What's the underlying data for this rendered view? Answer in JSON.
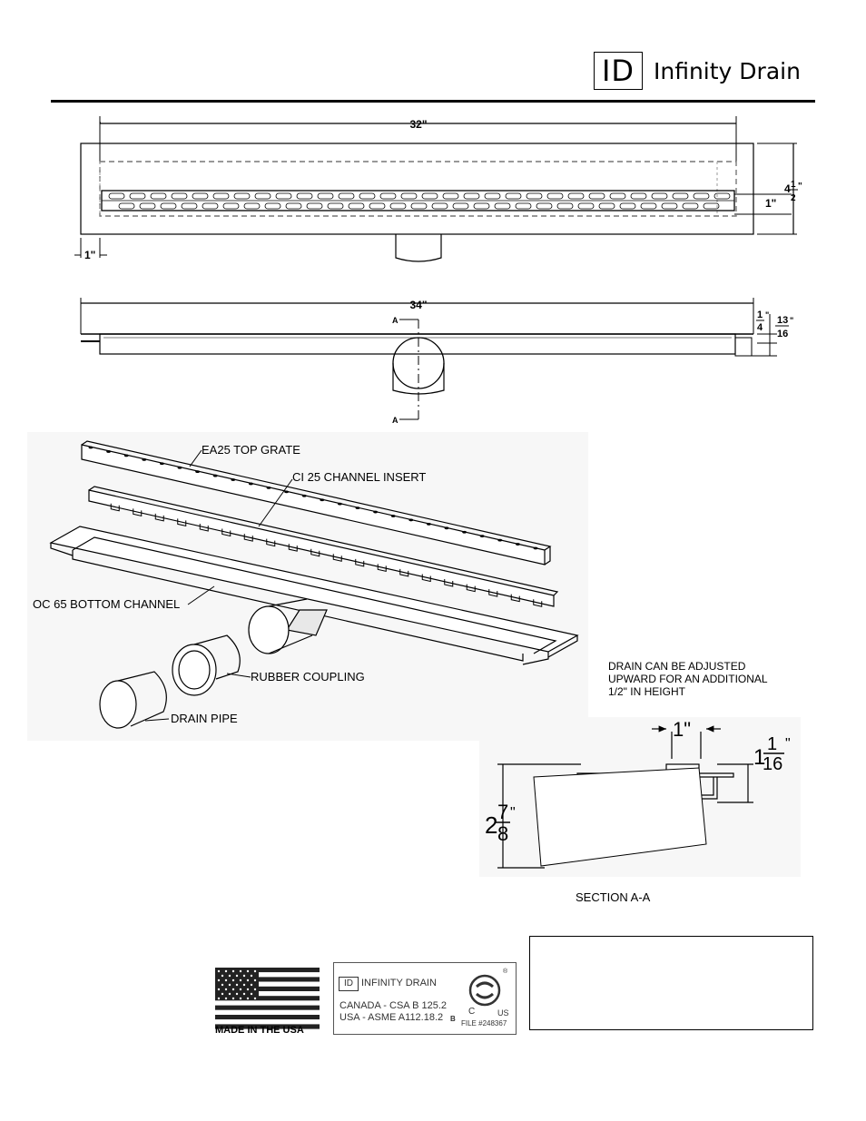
{
  "brand": {
    "mark": "ID",
    "name": "Infinity Drain"
  },
  "top_view": {
    "width_label": "32\"",
    "height_whole": "4",
    "height_num": "1",
    "height_den": "2",
    "height_unit": "\"",
    "inner_label": "1\"",
    "end_label": "1\""
  },
  "side_view": {
    "length_label": "34\"",
    "frac1_num": "1",
    "frac1_den": "4",
    "frac1_unit": "\"",
    "frac2_num": "13",
    "frac2_den": "16",
    "frac2_unit": "\"",
    "section_marker": "A"
  },
  "exploded": {
    "top_grate": "EA25 TOP GRATE",
    "channel_insert": "CI 25 CHANNEL INSERT",
    "bottom_channel": "OC 65 BOTTOM CHANNEL",
    "rubber_coupling": "RUBBER COUPLING",
    "drain_pipe": "DRAIN PIPE"
  },
  "note": {
    "line1": "DRAIN CAN BE ADJUSTED",
    "line2": "UPWARD FOR AN ADDITIONAL",
    "line3": "1/2\" IN HEIGHT"
  },
  "section": {
    "title": "SECTION A-A",
    "width_label": "1\"",
    "height_whole": "1",
    "height_num": "1",
    "height_den": "16",
    "height_unit": "\"",
    "depth_whole": "2",
    "depth_num": "7",
    "depth_den": "8",
    "depth_unit": "\""
  },
  "badges": {
    "made_in_usa": "MADE IN THE USA",
    "cert_brand_mark": "ID",
    "cert_brand": "INFINITY DRAIN",
    "canada": "CANADA - CSA B 125.2",
    "usa": "USA - ASME A112.18.2",
    "b_mark": "B",
    "csa_c": "C",
    "csa_us": "US",
    "csa_reg": "®",
    "csa_file": "FILE #248367"
  }
}
